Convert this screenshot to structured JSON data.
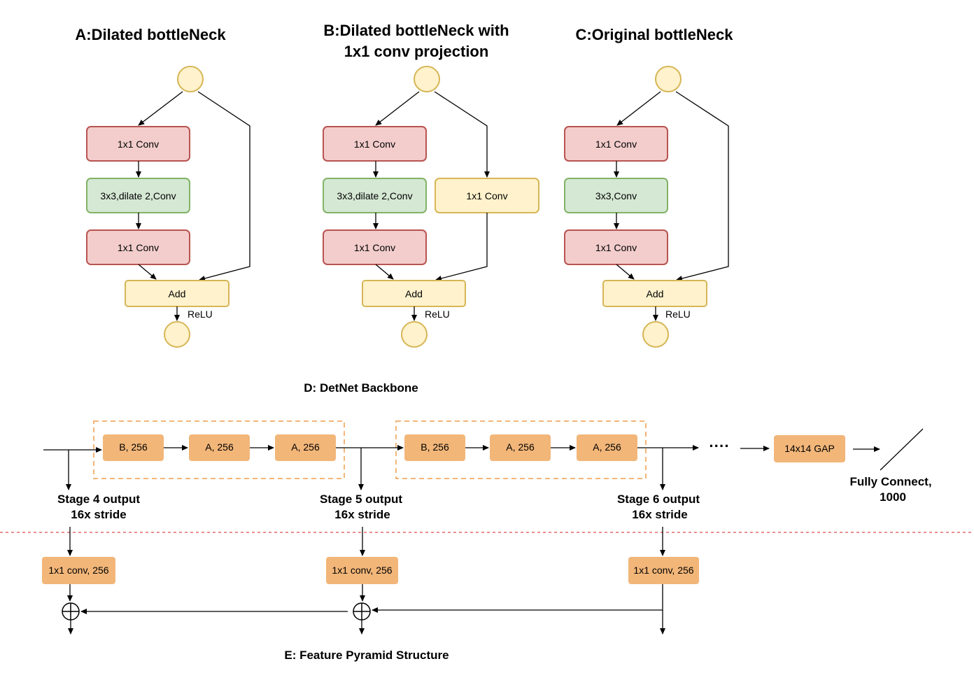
{
  "panels": {
    "a": {
      "title": "A:Dilated bottleNeck",
      "conv1": "1x1 Conv",
      "conv2": "3x3,dilate 2,Conv",
      "conv3": "1x1 Conv",
      "add": "Add",
      "relu": "ReLU"
    },
    "b": {
      "title_line1": "B:Dilated bottleNeck with",
      "title_line2": "1x1 conv projection",
      "conv1": "1x1 Conv",
      "conv2": "3x3,dilate 2,Conv",
      "conv3": "1x1 Conv",
      "proj": "1x1 Conv",
      "add": "Add",
      "relu": "ReLU"
    },
    "c": {
      "title": "C:Original bottleNeck",
      "conv1": "1x1 Conv",
      "conv2": "3x3,Conv",
      "conv3": "1x1 Conv",
      "add": "Add",
      "relu": "ReLU"
    }
  },
  "backbone": {
    "title": "D: DetNet Backbone",
    "stage1_blocks": [
      "B, 256",
      "A, 256",
      "A, 256"
    ],
    "stage2_blocks": [
      "B, 256",
      "A, 256",
      "A, 256"
    ],
    "ellipsis": "····",
    "gap": "14x14 GAP",
    "fc_line1": "Fully Connect,",
    "fc_line2": "1000",
    "stages": [
      {
        "line1": "Stage 4 output",
        "line2": "16x stride"
      },
      {
        "line1": "Stage 5 output",
        "line2": "16x stride"
      },
      {
        "line1": "Stage 6 output",
        "line2": "16x stride"
      }
    ]
  },
  "fpn": {
    "title": "E: Feature Pyramid Structure",
    "convs": [
      "1x1 conv, 256",
      "1x1 conv, 256",
      "1x1 conv, 256"
    ],
    "plus_icon": "circle-plus-icon"
  },
  "colors": {
    "red_fill": "#f2cdcc",
    "red_stroke": "#b85450",
    "green_fill": "#d5e8d4",
    "green_stroke": "#82b366",
    "yellow_fill": "#fff2cc",
    "yellow_stroke": "#d6b656",
    "orange_fill": "#f2b679",
    "orange_dash": "#f2b679",
    "separator": "#e04b4b"
  }
}
